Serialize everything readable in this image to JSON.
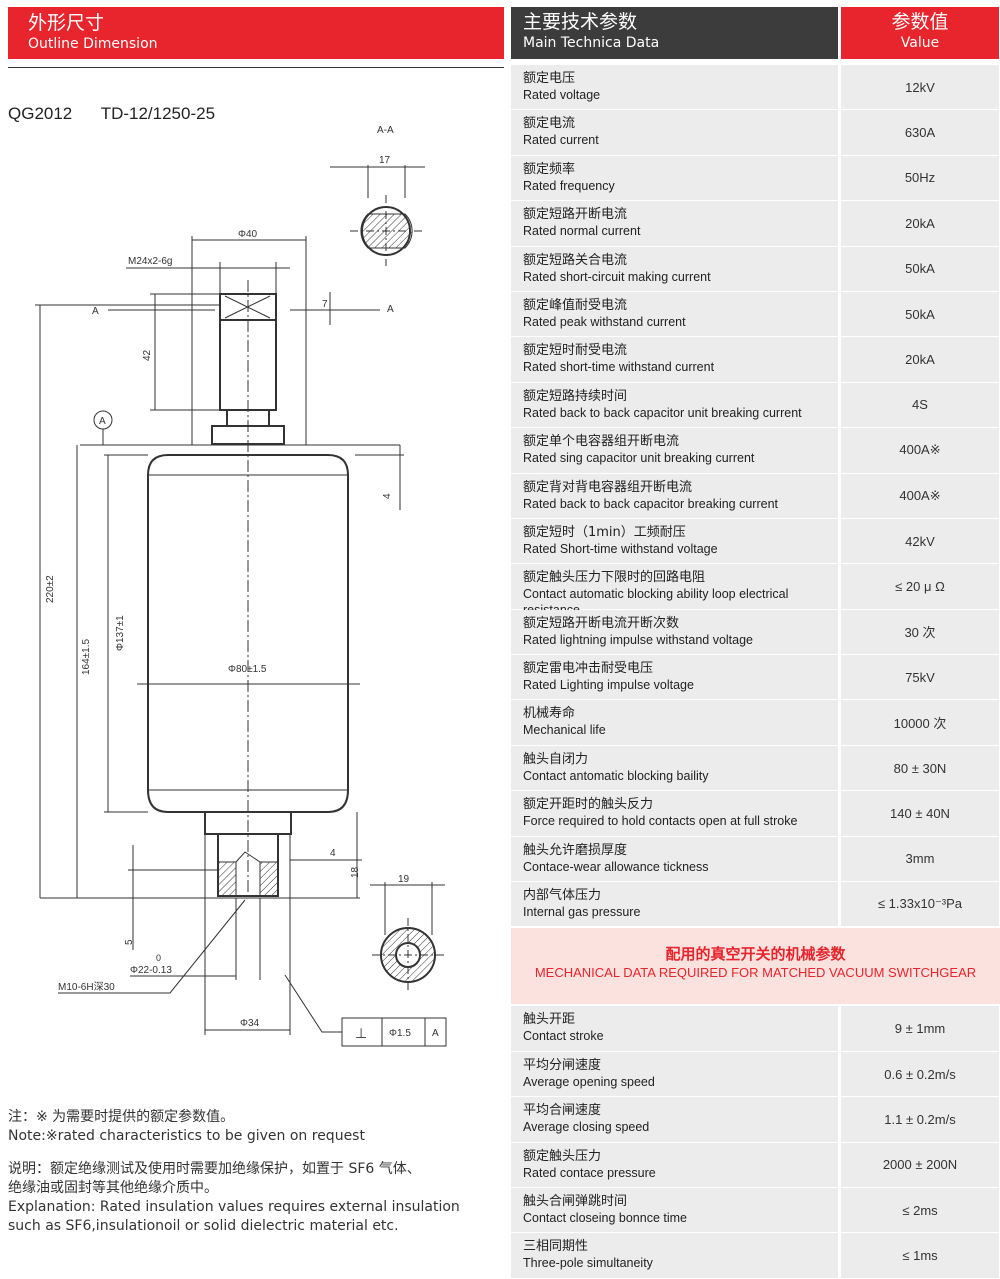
{
  "left_header": {
    "cn": "外形尺寸",
    "en": "Outline Dimension"
  },
  "model": {
    "code": "QG2012",
    "type": "TD-12/1250-25"
  },
  "drawing": {
    "section_label": "A-A",
    "dims": {
      "d17": "17",
      "phi40": "Φ40",
      "thread": "M24x2-6g",
      "d7": "7",
      "a_left": "A",
      "a_right": "A",
      "d42": "42",
      "datum": "A",
      "d4_top": "4",
      "d220": "220±2",
      "d164": "164±1.5",
      "phi137": "Φ137±1",
      "phi80": "Φ80±1.5",
      "d4_bot": "4",
      "d18": "18",
      "d19": "19",
      "d5": "5",
      "phi22_top": "0",
      "phi22": "Φ22-0.13",
      "m10": "M10-6H深30",
      "phi34": "Φ34",
      "tol_sym": "⊥",
      "tol_val": "Φ1.5",
      "tol_ref": "A"
    }
  },
  "notes": {
    "line1": "注：※ 为需要时提供的额定参数值。",
    "line2": "Note:※rated characteristics to be given on request",
    "line3": "说明：额定绝缘测试及使用时需要加绝缘保护，如置于 SF6 气体、",
    "line4": "绝缘油或固封等其他绝缘介质中。",
    "line5": "Explanation: Rated insulation values requires external insulation",
    "line6": "such as SF6,insulationoil or solid dielectric material etc."
  },
  "right_header": {
    "col1_cn": "主要技术参数",
    "col1_en": "Main Technica Data",
    "col2_cn": "参数值",
    "col2_en": "Value"
  },
  "rows": [
    {
      "cn": "额定电压",
      "en": "Rated voltage",
      "value": "12kV"
    },
    {
      "cn": "额定电流",
      "en": "Rated current",
      "value": "630A"
    },
    {
      "cn": "额定频率",
      "en": "Rated frequency",
      "value": "50Hz"
    },
    {
      "cn": "额定短路开断电流",
      "en": "Rated normal current",
      "value": "20kA"
    },
    {
      "cn": "额定短路关合电流",
      "en": "Rated short-circuit making current",
      "value": "50kA"
    },
    {
      "cn": "额定峰值耐受电流",
      "en": "Rated peak withstand current",
      "value": "50kA"
    },
    {
      "cn": "额定短时耐受电流",
      "en": "Rated short-time withstand current",
      "value": "20kA"
    },
    {
      "cn": "额定短路持续时间",
      "en": "Rated back to back capacitor unit breaking current",
      "value": "4S"
    },
    {
      "cn": "额定单个电容器组开断电流",
      "en": "Rated sing capacitor unit breaking current",
      "value": "400A※"
    },
    {
      "cn": "额定背对背电容器组开断电流",
      "en": "Rated back to back capacitor breaking current",
      "value": "400A※"
    },
    {
      "cn": "额定短时（1min）工频耐压",
      "en": "Rated Short-time withstand voltage",
      "value": "42kV"
    },
    {
      "cn": "额定触头压力下限时的回路电阻",
      "en": "Contact automatic blocking ability loop electrical resistance",
      "value": "≤ 20 μ  Ω"
    },
    {
      "cn": "额定短路开断电流开断次数",
      "en": "Rated lightning impulse withstand voltage",
      "value": "30 次"
    },
    {
      "cn": "额定雷电冲击耐受电压",
      "en": "Rated Lighting impulse  voltage",
      "value": "75kV"
    },
    {
      "cn": "机械寿命",
      "en": "Mechanical life",
      "value": "10000 次"
    },
    {
      "cn": "触头自闭力",
      "en": "Contact antomatic blocking baility",
      "value": "80 ± 30N"
    },
    {
      "cn": "额定开距时的触头反力",
      "en": "Force required to hold contacts open at full stroke",
      "value": "140 ± 40N"
    },
    {
      "cn": "触头允许磨损厚度",
      "en": "Contace-wear allowance tickness",
      "value": "3mm"
    },
    {
      "cn": "内部气体压力",
      "en": "Internal gas pressure",
      "value": "≤ 1.33x10⁻³Pa"
    }
  ],
  "sub_header": {
    "cn": "配用的真空开关的机械参数",
    "en": "MECHANICAL DATA REQUIRED FOR MATCHED VACUUM SWITCHGEAR"
  },
  "rows2": [
    {
      "cn": "触头开距",
      "en": "Contact stroke",
      "value": "9 ± 1mm"
    },
    {
      "cn": "平均分闸速度",
      "en": "Average opening speed",
      "value": "0.6 ± 0.2m/s"
    },
    {
      "cn": "平均合闸速度",
      "en": "Average closing speed",
      "value": "1.1 ± 0.2m/s"
    },
    {
      "cn": "额定触头压力",
      "en": "Rated contace pressure",
      "value": "2000  ± 200N"
    },
    {
      "cn": "触头合闸弹跳时间",
      "en": "Contact closeing bonnce time",
      "value": "≤ 2ms"
    },
    {
      "cn": "三相同期性",
      "en": "Three-pole simultaneity",
      "value": "≤ 1ms"
    }
  ]
}
